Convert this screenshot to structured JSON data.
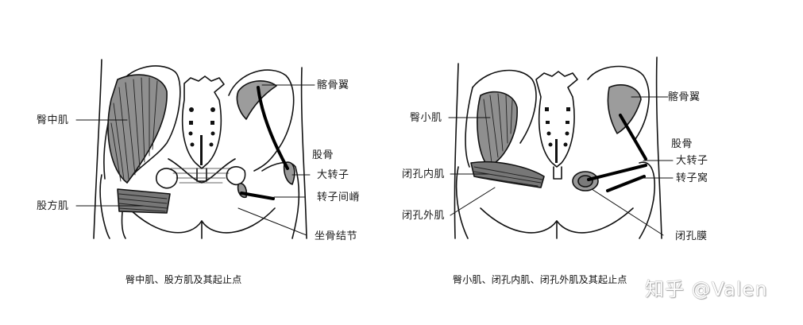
{
  "left_figure": {
    "caption": "臀中肌、股方肌及其起止点",
    "labels": {
      "gluteus_medius": "臀中肌",
      "quadratus_femoris": "股方肌",
      "iliac_wing": "髂骨翼",
      "femur": "股骨",
      "greater_trochanter": "大转子",
      "intertrochanteric_crest": "转子间嵴",
      "ischial_tuberosity": "坐骨结节"
    }
  },
  "right_figure": {
    "caption": "臀小肌、闭孔内肌、闭孔外肌及其起止点",
    "labels": {
      "gluteus_minimus": "臀小肌",
      "obturator_internus": "闭孔内肌",
      "obturator_externus": "闭孔外肌",
      "iliac_wing": "髂骨翼",
      "femur": "股骨",
      "greater_trochanter": "大转子",
      "trochanteric_fossa": "转子窝",
      "obturator_membrane": "闭孔膜"
    }
  },
  "watermark": "知乎 @Valen",
  "colors": {
    "line": "#111111",
    "muscle_fill": "#9a9a9a",
    "attachment_fill": "#a8a8a8",
    "background": "#ffffff"
  }
}
